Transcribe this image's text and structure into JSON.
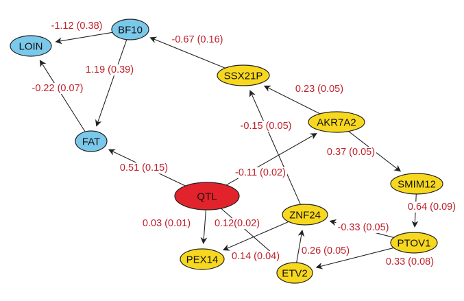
{
  "colors": {
    "phenotype": "#7ac8ea",
    "gene": "#f7d81f",
    "qtl": "#e2232b",
    "label": "#c0202a",
    "stroke": "#222222"
  },
  "nodes": [
    {
      "id": "LOIN",
      "label": "LOIN",
      "type": "phenotype"
    },
    {
      "id": "BF10",
      "label": "BF10",
      "type": "phenotype"
    },
    {
      "id": "FAT",
      "label": "FAT",
      "type": "phenotype"
    },
    {
      "id": "SSX21P",
      "label": "SSX21P",
      "type": "gene"
    },
    {
      "id": "AKR7A2",
      "label": "AKR7A2",
      "type": "gene"
    },
    {
      "id": "SMIM12",
      "label": "SMIM12",
      "type": "gene"
    },
    {
      "id": "QTL",
      "label": "QTL",
      "type": "qtl"
    },
    {
      "id": "ZNF24",
      "label": "ZNF24",
      "type": "gene"
    },
    {
      "id": "PTOV1",
      "label": "PTOV1",
      "type": "gene"
    },
    {
      "id": "PEX14",
      "label": "PEX14",
      "type": "gene"
    },
    {
      "id": "ETV2",
      "label": "ETV2",
      "type": "gene"
    }
  ],
  "edges": [
    {
      "from": "BF10",
      "to": "LOIN",
      "label": "-1.12 (0.38)"
    },
    {
      "from": "BF10",
      "to": "FAT",
      "label": "1.19 (0.39)"
    },
    {
      "from": "FAT",
      "to": "LOIN",
      "label": "-0.22 (0.07)"
    },
    {
      "from": "SSX21P",
      "to": "BF10",
      "label": "-0.67 (0.16)"
    },
    {
      "from": "AKR7A2",
      "to": "SSX21P",
      "label": "0.23 (0.05)"
    },
    {
      "from": "ZNF24",
      "to": "SSX21P",
      "label": "-0.15 (0.05)"
    },
    {
      "from": "AKR7A2",
      "to": "SMIM12",
      "label": "0.37 (0.05)"
    },
    {
      "from": "QTL",
      "to": "FAT",
      "label": "0.51 (0.15)"
    },
    {
      "from": "QTL",
      "to": "AKR7A2",
      "label": "-0.11 (0.02)"
    },
    {
      "from": "SMIM12",
      "to": "PTOV1",
      "label": "0.64 (0.09)"
    },
    {
      "from": "QTL",
      "to": "PEX14",
      "label": "0.03 (0.01)"
    },
    {
      "from": "QTL",
      "to": "ETV2",
      "label": "0.12(0.02)"
    },
    {
      "from": "PTOV1",
      "to": "ZNF24",
      "label": "-0.33 (0.05)"
    },
    {
      "from": "ZNF24",
      "to": "PEX14",
      "label": "0.14 (0.04)"
    },
    {
      "from": "ETV2",
      "to": "ZNF24",
      "label": "0.26 (0.05)"
    },
    {
      "from": "PTOV1",
      "to": "ETV2",
      "label": "0.33 (0.08)"
    }
  ]
}
